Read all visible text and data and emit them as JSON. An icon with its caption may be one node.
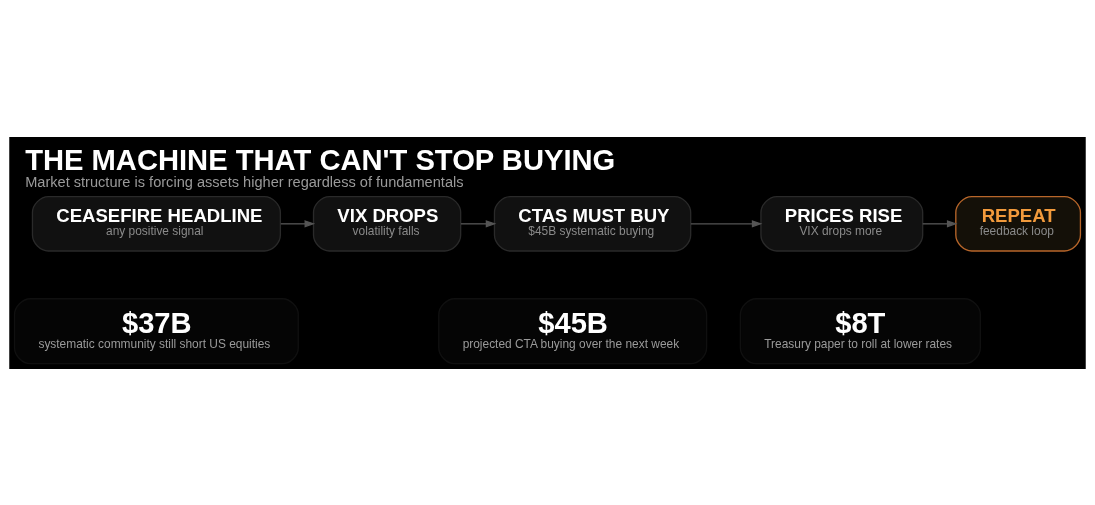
{
  "diagram": {
    "title": "THE MACHINE THAT CAN'T STOP BUYING",
    "caption": "Market structure is forcing assets higher regardless of fundamentals",
    "nodes": [
      {
        "text": [
          "CEASEFIRE HEADLINE",
          "any positive signal"
        ]
      },
      {
        "text": [
          "VIX DROPS",
          "volatility falls"
        ]
      },
      {
        "text": [
          "CTAS MUST BUY",
          "$45B systematic buying"
        ]
      },
      {
        "text": [
          "PRICES RISE",
          "VIX drops more"
        ]
      },
      {
        "text": [
          "REPEAT",
          "feedback loop"
        ]
      },
      {
        "text": [
          "$37B",
          "systematic community still short US equities"
        ]
      },
      {
        "text": [
          "$45B",
          "projected CTA buying over the next week"
        ]
      },
      {
        "text": [
          "$8T",
          "Treasury paper to roll at lower rates"
        ]
      }
    ],
    "edges": [
      {
        "from": 0,
        "to": 1,
        "arrow": "to"
      },
      {
        "from": 1,
        "to": 2,
        "arrow": "to"
      },
      {
        "from": 2,
        "to": 3,
        "arrow": "to"
      },
      {
        "from": 3,
        "to": 4,
        "arrow": "to"
      }
    ]
  }
}
